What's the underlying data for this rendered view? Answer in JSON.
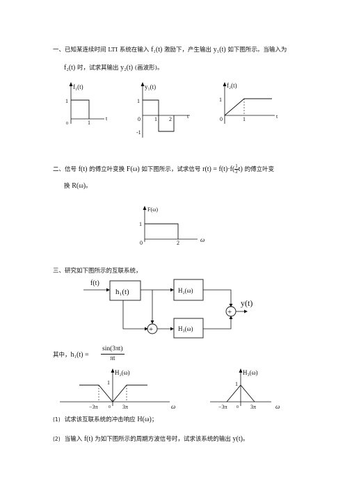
{
  "p1": {
    "line1_a": "一、已知某连续时间 LTI 系统在输入 ",
    "f1t": "f₁(t)",
    "line1_b": " 激励下，产生输出 ",
    "y1t": "y₁(t)",
    "line1_c": " 如下图所示。当输入为",
    "f2t": "f₂(t)",
    "line2_a": " 时，试求其输出 ",
    "y2t": "y₂(t)",
    "line2_b": " (画波形)。",
    "fig_a": {
      "ylabel": "f₁(t)",
      "one": "1",
      "zero": "0",
      "t1": "1",
      "t": "t"
    },
    "fig_b": {
      "ylabel": "y₁(t)",
      "one": "1",
      "zero": "0",
      "t1": "1",
      "t2": "2",
      "m1": "-1",
      "t": "t"
    },
    "fig_c": {
      "ylabel": "f₂(t)",
      "one": "1",
      "zero": "0",
      "t1": "1",
      "t": "t"
    }
  },
  "p2": {
    "a": "二、信号 ",
    "ft": "f(t)",
    "b": " 的傅立叶变换 ",
    "Fw": "F(ω)",
    "c": " 如下图所示，试求信号 ",
    "rt": "r(t) = f(t)·f(",
    "half_num": "1",
    "half_den": "2",
    "rt2": "t)",
    "d": " 的傅立叶变",
    "e": "换 ",
    "Rw": "R(ω)",
    "f": "。",
    "fig": {
      "ylabel": "F(ω)",
      "one": "1",
      "zero": "0",
      "two": "2",
      "w": "ω"
    }
  },
  "p3": {
    "title": "三、研究如下图所示的互联系统，",
    "bd": {
      "ft": "f(t)",
      "h1": "h₁(t)",
      "H2": "H₂(ω)",
      "H3": "H₃(ω)",
      "yt": "y(t)",
      "plus": "+"
    },
    "where": "其中，",
    "h1t": "h₁(t) =",
    "num": "sin(3πt)",
    "den": "πt",
    "figH2": {
      "label": "H₂(ω)",
      "one": "1",
      "neg": "−3π",
      "zero": "0",
      "pos": "3π",
      "w": "ω"
    },
    "figH3": {
      "label": "H₃(ω)",
      "one": "1",
      "neg": "−3π",
      "zero": "0",
      "pos": "3π",
      "w": "ω"
    },
    "q1_no": "(1)",
    "q1": "试求该互联系统的冲击响应 ",
    "q1m": "H(ω)",
    "q1e": "；",
    "q2_no": "(2)",
    "q2a": "当输入 ",
    "q2m": "f(t)",
    "q2b": " 为如下图所示的周期方波信号时，试求该系统的输出 ",
    "q2m2": "y(t)",
    "q2e": "。"
  }
}
